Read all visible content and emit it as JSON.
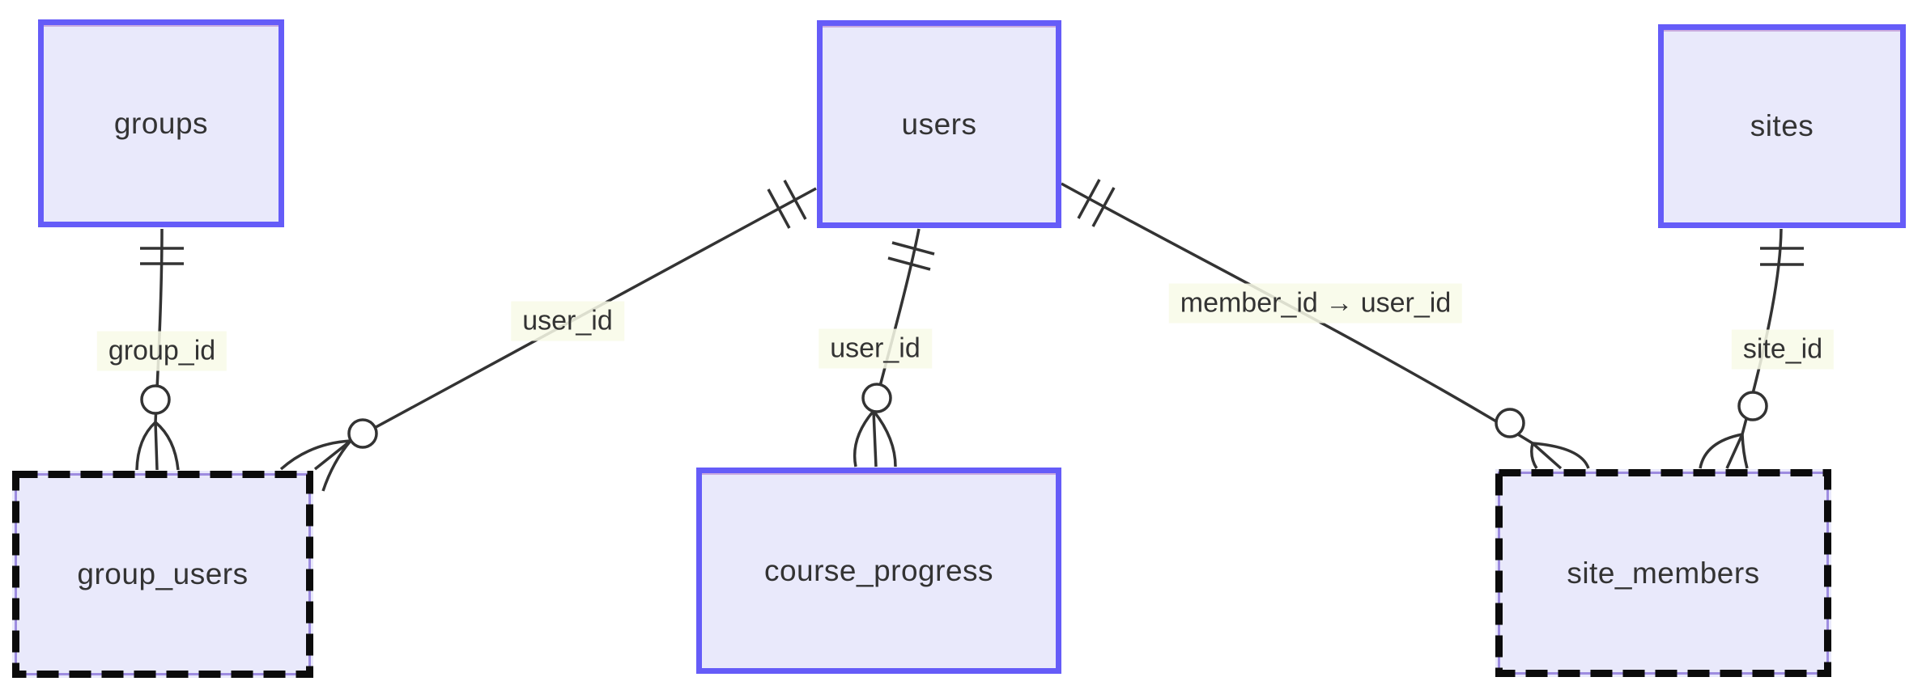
{
  "diagram": {
    "type": "entity-relationship-diagram",
    "entities": [
      {
        "id": "groups",
        "label": "groups",
        "style": "solid"
      },
      {
        "id": "users",
        "label": "users",
        "style": "solid"
      },
      {
        "id": "sites",
        "label": "sites",
        "style": "solid"
      },
      {
        "id": "group_users",
        "label": "group_users",
        "style": "dashed-highlight"
      },
      {
        "id": "course_progress",
        "label": "course_progress",
        "style": "solid"
      },
      {
        "id": "site_members",
        "label": "site_members",
        "style": "dashed-highlight"
      }
    ],
    "relationships": [
      {
        "from": "groups",
        "to": "group_users",
        "label": "group_id",
        "cardinality": "one-to-zero-or-many"
      },
      {
        "from": "users",
        "to": "group_users",
        "label": "user_id",
        "cardinality": "one-to-zero-or-many"
      },
      {
        "from": "users",
        "to": "course_progress",
        "label": "user_id",
        "cardinality": "one-to-zero-or-many"
      },
      {
        "from": "users",
        "to": "site_members",
        "label": "member_id → user_id",
        "cardinality": "one-to-zero-or-many"
      },
      {
        "from": "sites",
        "to": "site_members",
        "label": "site_id",
        "cardinality": "one-to-zero-or-many"
      }
    ],
    "colors": {
      "entity_fill": "#E9E9FB",
      "entity_border": "#655CF8",
      "highlight_border": "#0B0B0B",
      "highlight_underline": "#9D8CE0",
      "line": "#333333",
      "edge_label_background": "#F8FAE8",
      "text": "#333333"
    }
  }
}
